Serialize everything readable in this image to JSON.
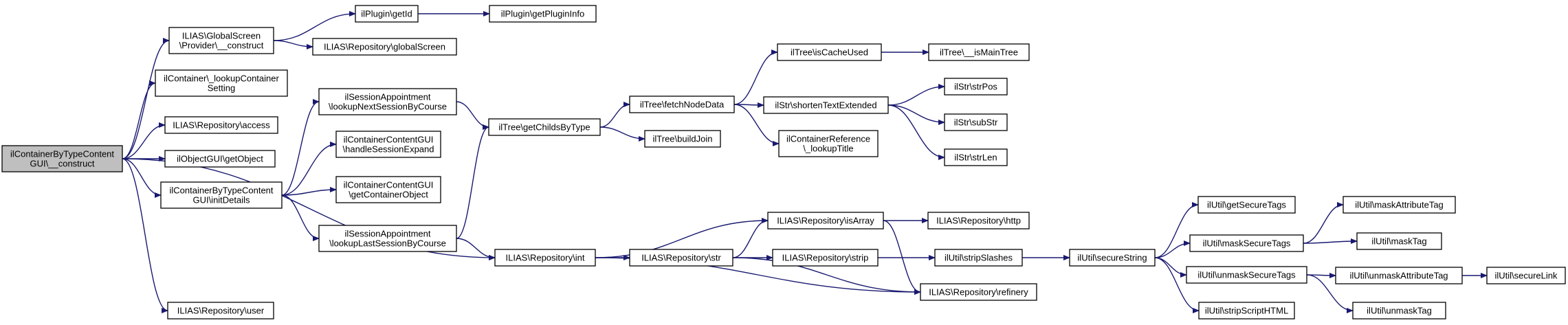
{
  "graph": {
    "colors": {
      "edge": "#191970",
      "node_fill": "#ffffff",
      "root_fill": "#bfbfbf",
      "node_border": "#000000"
    },
    "nodes": [
      {
        "id": "root",
        "lines": [
          "ilContainerByTypeContent",
          "GUI\\__construct"
        ],
        "root": true
      },
      {
        "id": "gsp",
        "lines": [
          "ILIAS\\GlobalScreen",
          "\\Provider\\__construct"
        ]
      },
      {
        "id": "lookupcont",
        "lines": [
          "ilContainer\\_lookupContainer",
          "Setting"
        ]
      },
      {
        "id": "access",
        "lines": [
          "ILIAS\\Repository\\access"
        ]
      },
      {
        "id": "getobject",
        "lines": [
          "ilObjectGUI\\getObject"
        ]
      },
      {
        "id": "initdetails",
        "lines": [
          "ilContainerByTypeContent",
          "GUI\\initDetails"
        ]
      },
      {
        "id": "user",
        "lines": [
          "ILIAS\\Repository\\user"
        ]
      },
      {
        "id": "getid",
        "lines": [
          "ilPlugin\\getId"
        ]
      },
      {
        "id": "getplugininfo",
        "lines": [
          "ilPlugin\\getPluginInfo"
        ]
      },
      {
        "id": "globalscreen",
        "lines": [
          "ILIAS\\Repository\\globalScreen"
        ]
      },
      {
        "id": "lookupnext",
        "lines": [
          "ilSessionAppointment",
          "\\lookupNextSessionByCourse"
        ]
      },
      {
        "id": "handlesession",
        "lines": [
          "ilContainerContentGUI",
          "\\handleSessionExpand"
        ]
      },
      {
        "id": "getcontainerobj",
        "lines": [
          "ilContainerContentGUI",
          "\\getContainerObject"
        ]
      },
      {
        "id": "lookuplast",
        "lines": [
          "ilSessionAppointment",
          "\\lookupLastSessionByCourse"
        ]
      },
      {
        "id": "getchilds",
        "lines": [
          "ilTree\\getChildsByType"
        ]
      },
      {
        "id": "fetchnode",
        "lines": [
          "ilTree\\fetchNodeData"
        ]
      },
      {
        "id": "buildjoin",
        "lines": [
          "ilTree\\buildJoin"
        ]
      },
      {
        "id": "iscacheused",
        "lines": [
          "ilTree\\isCacheUsed"
        ]
      },
      {
        "id": "ismaintree",
        "lines": [
          "ilTree\\__isMainTree"
        ]
      },
      {
        "id": "shortentext",
        "lines": [
          "ilStr\\shortenTextExtended"
        ]
      },
      {
        "id": "lookuptitle",
        "lines": [
          "ilContainerReference",
          "\\_lookupTitle"
        ]
      },
      {
        "id": "strpos",
        "lines": [
          "ilStr\\strPos"
        ]
      },
      {
        "id": "substr",
        "lines": [
          "ilStr\\subStr"
        ]
      },
      {
        "id": "strlen",
        "lines": [
          "ilStr\\strLen"
        ]
      },
      {
        "id": "int",
        "lines": [
          "ILIAS\\Repository\\int"
        ]
      },
      {
        "id": "isarray",
        "lines": [
          "ILIAS\\Repository\\isArray"
        ]
      },
      {
        "id": "http",
        "lines": [
          "ILIAS\\Repository\\http"
        ]
      },
      {
        "id": "str",
        "lines": [
          "ILIAS\\Repository\\str"
        ]
      },
      {
        "id": "strip",
        "lines": [
          "ILIAS\\Repository\\strip"
        ]
      },
      {
        "id": "stripslashes",
        "lines": [
          "ilUtil\\stripSlashes"
        ]
      },
      {
        "id": "refinery",
        "lines": [
          "ILIAS\\Repository\\refinery"
        ]
      },
      {
        "id": "securestring",
        "lines": [
          "ilUtil\\secureString"
        ]
      },
      {
        "id": "getsecuretags",
        "lines": [
          "ilUtil\\getSecureTags"
        ]
      },
      {
        "id": "masksecuretags",
        "lines": [
          "ilUtil\\maskSecureTags"
        ]
      },
      {
        "id": "unmasksecuretags",
        "lines": [
          "ilUtil\\unmaskSecureTags"
        ]
      },
      {
        "id": "stripscripthtml",
        "lines": [
          "ilUtil\\stripScriptHTML"
        ]
      },
      {
        "id": "maskattributetag",
        "lines": [
          "ilUtil\\maskAttributeTag"
        ]
      },
      {
        "id": "masktag",
        "lines": [
          "ilUtil\\maskTag"
        ]
      },
      {
        "id": "unmaskattributetag",
        "lines": [
          "ilUtil\\unmaskAttributeTag"
        ]
      },
      {
        "id": "unmasktag",
        "lines": [
          "ilUtil\\unmaskTag"
        ]
      },
      {
        "id": "securelink",
        "lines": [
          "ilUtil\\secureLink"
        ]
      }
    ],
    "edges": [
      [
        "root",
        "gsp"
      ],
      [
        "root",
        "lookupcont"
      ],
      [
        "root",
        "access"
      ],
      [
        "root",
        "getobject"
      ],
      [
        "root",
        "initdetails"
      ],
      [
        "root",
        "int"
      ],
      [
        "root",
        "user"
      ],
      [
        "gsp",
        "getid"
      ],
      [
        "gsp",
        "globalscreen"
      ],
      [
        "getid",
        "getplugininfo"
      ],
      [
        "initdetails",
        "lookupnext"
      ],
      [
        "initdetails",
        "handlesession"
      ],
      [
        "initdetails",
        "getcontainerobj"
      ],
      [
        "initdetails",
        "lookuplast"
      ],
      [
        "lookupnext",
        "getchilds"
      ],
      [
        "lookuplast",
        "getchilds"
      ],
      [
        "lookuplast",
        "int"
      ],
      [
        "getchilds",
        "fetchnode"
      ],
      [
        "getchilds",
        "buildjoin"
      ],
      [
        "fetchnode",
        "iscacheused"
      ],
      [
        "fetchnode",
        "shortentext"
      ],
      [
        "fetchnode",
        "lookuptitle"
      ],
      [
        "iscacheused",
        "ismaintree"
      ],
      [
        "shortentext",
        "strpos"
      ],
      [
        "shortentext",
        "substr"
      ],
      [
        "shortentext",
        "strlen"
      ],
      [
        "int",
        "isarray"
      ],
      [
        "int",
        "str"
      ],
      [
        "int",
        "refinery"
      ],
      [
        "isarray",
        "http"
      ],
      [
        "isarray",
        "refinery"
      ],
      [
        "str",
        "isarray"
      ],
      [
        "str",
        "strip"
      ],
      [
        "str",
        "refinery"
      ],
      [
        "strip",
        "stripslashes"
      ],
      [
        "stripslashes",
        "securestring"
      ],
      [
        "securestring",
        "getsecuretags"
      ],
      [
        "securestring",
        "masksecuretags"
      ],
      [
        "securestring",
        "unmasksecuretags"
      ],
      [
        "securestring",
        "stripscripthtml"
      ],
      [
        "masksecuretags",
        "maskattributetag"
      ],
      [
        "masksecuretags",
        "masktag"
      ],
      [
        "unmasksecuretags",
        "unmaskattributetag"
      ],
      [
        "unmasksecuretags",
        "unmasktag"
      ],
      [
        "unmaskattributetag",
        "securelink"
      ]
    ]
  }
}
